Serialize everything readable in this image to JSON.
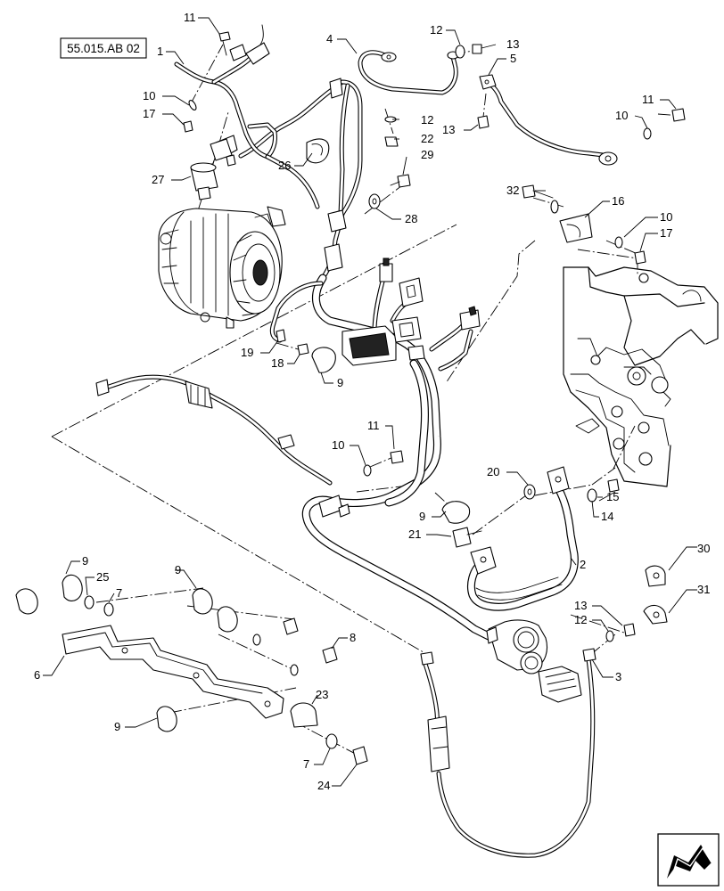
{
  "reference_label": "55.015.AB 02",
  "callouts": [
    {
      "id": "c1",
      "text": "1"
    },
    {
      "id": "c2",
      "text": "2"
    },
    {
      "id": "c3",
      "text": "3"
    },
    {
      "id": "c4",
      "text": "4"
    },
    {
      "id": "c5",
      "text": "5"
    },
    {
      "id": "c6",
      "text": "6"
    },
    {
      "id": "c7a",
      "text": "7"
    },
    {
      "id": "c7b",
      "text": "7"
    },
    {
      "id": "c8",
      "text": "8"
    },
    {
      "id": "c9a",
      "text": "9"
    },
    {
      "id": "c9b",
      "text": "9"
    },
    {
      "id": "c9c",
      "text": "9"
    },
    {
      "id": "c9d",
      "text": "9"
    },
    {
      "id": "c9e",
      "text": "9"
    },
    {
      "id": "c10a",
      "text": "10"
    },
    {
      "id": "c10b",
      "text": "10"
    },
    {
      "id": "c10c",
      "text": "10"
    },
    {
      "id": "c10d",
      "text": "10"
    },
    {
      "id": "c11a",
      "text": "11"
    },
    {
      "id": "c11b",
      "text": "11"
    },
    {
      "id": "c11c",
      "text": "11"
    },
    {
      "id": "c12a",
      "text": "12"
    },
    {
      "id": "c12b",
      "text": "12"
    },
    {
      "id": "c12c",
      "text": "12"
    },
    {
      "id": "c13a",
      "text": "13"
    },
    {
      "id": "c13b",
      "text": "13"
    },
    {
      "id": "c13c",
      "text": "13"
    },
    {
      "id": "c14",
      "text": "14"
    },
    {
      "id": "c15",
      "text": "15"
    },
    {
      "id": "c16",
      "text": "16"
    },
    {
      "id": "c17a",
      "text": "17"
    },
    {
      "id": "c17b",
      "text": "17"
    },
    {
      "id": "c18",
      "text": "18"
    },
    {
      "id": "c19",
      "text": "19"
    },
    {
      "id": "c20",
      "text": "20"
    },
    {
      "id": "c21",
      "text": "21"
    },
    {
      "id": "c22",
      "text": "22"
    },
    {
      "id": "c23",
      "text": "23"
    },
    {
      "id": "c24",
      "text": "24"
    },
    {
      "id": "c25",
      "text": "25"
    },
    {
      "id": "c26",
      "text": "26"
    },
    {
      "id": "c27",
      "text": "27"
    },
    {
      "id": "c28",
      "text": "28"
    },
    {
      "id": "c29",
      "text": "29"
    },
    {
      "id": "c30",
      "text": "30"
    },
    {
      "id": "c31",
      "text": "31"
    },
    {
      "id": "c32",
      "text": "32"
    }
  ],
  "icons": {
    "navigation": "next-page-arrow-icon"
  }
}
